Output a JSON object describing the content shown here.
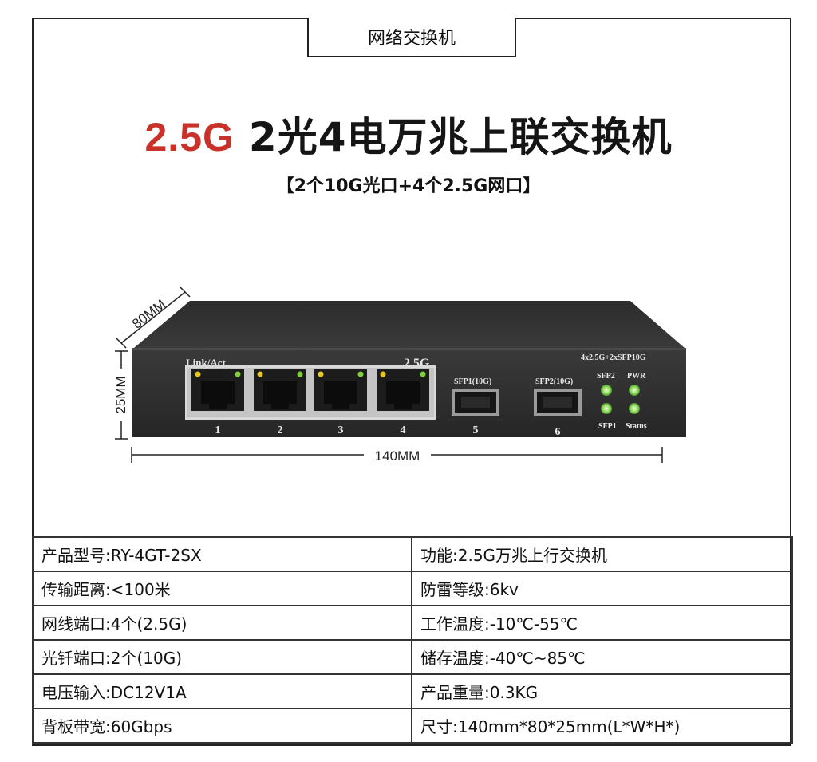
{
  "category_label": "网络交换机",
  "headline": {
    "highlight": "2.5G",
    "main": "2光4电万兆上联交换机"
  },
  "subheadline": "【2个10G光口+4个2.5G网口】",
  "device": {
    "dims": {
      "depth": "80MM",
      "height": "25MM",
      "width": "140MM"
    },
    "label_link_act": "Link/Act",
    "label_speed": "2.5G",
    "label_model_top": "4x2.5G+2xSFP10G",
    "sfp_labels": [
      "SFP1(10G)",
      "SFP2(10G)"
    ],
    "port_numbers": [
      "1",
      "2",
      "3",
      "4",
      "5",
      "6"
    ],
    "led_labels": {
      "sfp2": "SFP2",
      "pwr": "PWR",
      "sfp1": "SFP1",
      "status": "Status"
    }
  },
  "specs": [
    [
      "产品型号:RY-4GT-2SX",
      "功能:2.5G万兆上行交换机"
    ],
    [
      "传输距离:<100米",
      "防雷等级:6kv"
    ],
    [
      "网线端口:4个(2.5G)",
      "工作温度:-10℃-55℃"
    ],
    [
      "光钎端口:2个(10G)",
      "储存温度:-40℃~85℃"
    ],
    [
      "电压输入:DC12V1A",
      "产品重量:0.3KG"
    ],
    [
      "背板带宽:60Gbps",
      "尺寸:140mm*80*25mm(L*W*H*)"
    ]
  ]
}
